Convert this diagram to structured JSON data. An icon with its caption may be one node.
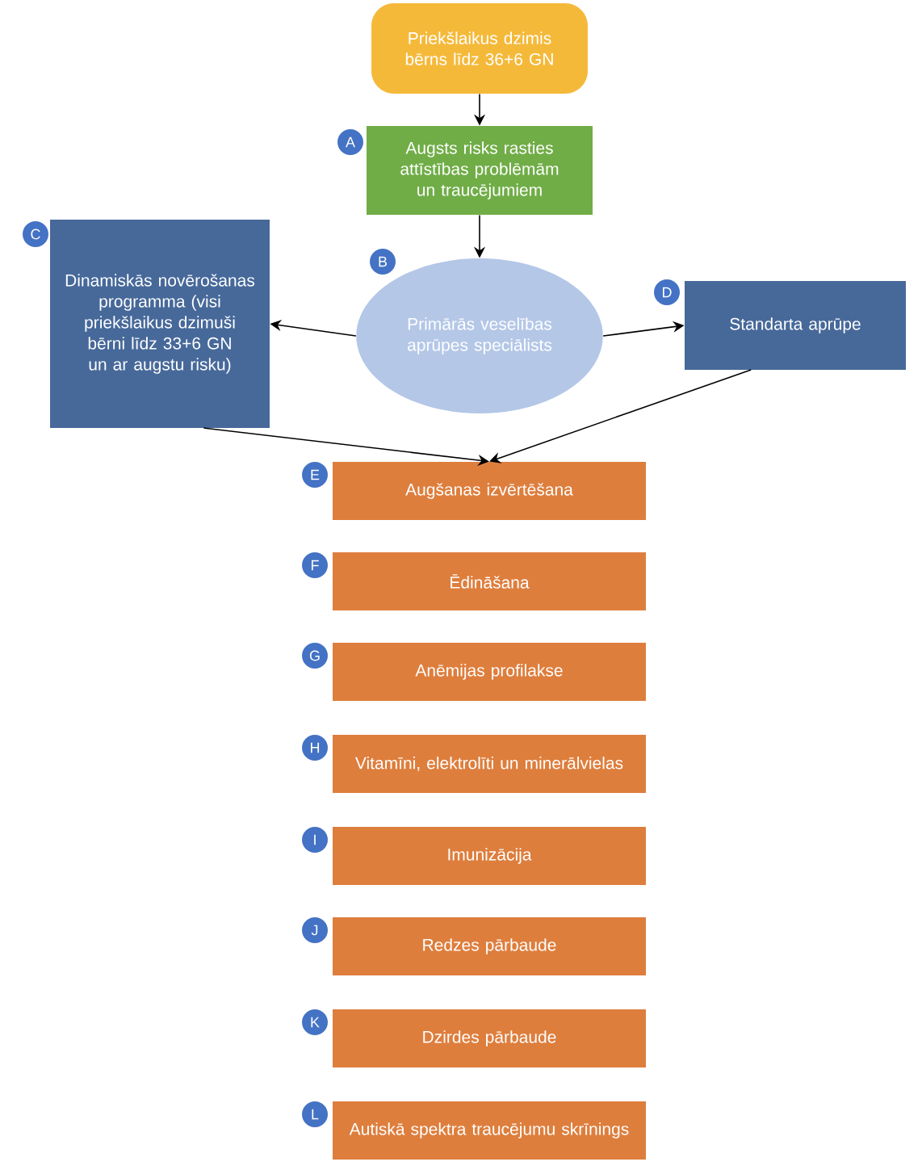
{
  "diagram": {
    "nodes": [
      {
        "text": [
          "Priekšlaikus dzimis bērns līdz 36+6 GN"
        ]
      },
      {
        "text": [
          "Augsts risks rasties attīstības problēmām un traucējumiem"
        ],
        "beside": [
          "A"
        ]
      },
      {
        "text": [
          "Primārās veselības aprūpes speciālists"
        ],
        "beside": [
          "B"
        ]
      },
      {
        "text": [
          "Dinamiskās novērošanas programma (visi priekšlaikus dzimuši bērni līdz 33+6 GN un ar augstu risku)"
        ],
        "beside": [
          "C"
        ]
      },
      {
        "text": [
          "Standarta aprūpe"
        ],
        "beside": [
          "D"
        ]
      },
      {
        "text": [
          "Augšanas izvērtēšana"
        ],
        "beside": [
          "E"
        ]
      },
      {
        "text": [
          "Ēdināšana"
        ],
        "beside": [
          "F"
        ]
      },
      {
        "text": [
          "Anēmijas profilakse"
        ],
        "beside": [
          "G"
        ]
      },
      {
        "text": [
          "Vitamīni, elektrolīti un minerālvielas"
        ],
        "beside": [
          "H"
        ]
      },
      {
        "text": [
          "Imunizācija"
        ],
        "beside": [
          "I"
        ]
      },
      {
        "text": [
          "Redzes pārbaude"
        ],
        "beside": [
          "J"
        ]
      },
      {
        "text": [
          "Dzirdes pārbaude"
        ],
        "beside": [
          "K"
        ]
      },
      {
        "text": [
          "Autiskā spektra traucējumu skrīnings"
        ],
        "beside": [
          "L"
        ]
      }
    ],
    "edges": [
      {
        "from": 0,
        "to": 1,
        "arrow": "to"
      },
      {
        "from": 1,
        "to": 2,
        "arrow": "to"
      },
      {
        "from": 2,
        "to": 3,
        "arrow": "to"
      },
      {
        "from": 2,
        "to": 4,
        "arrow": "to"
      },
      {
        "from": 3,
        "to": 5,
        "arrow": "to"
      },
      {
        "from": 4,
        "to": 5,
        "arrow": "to"
      }
    ]
  }
}
